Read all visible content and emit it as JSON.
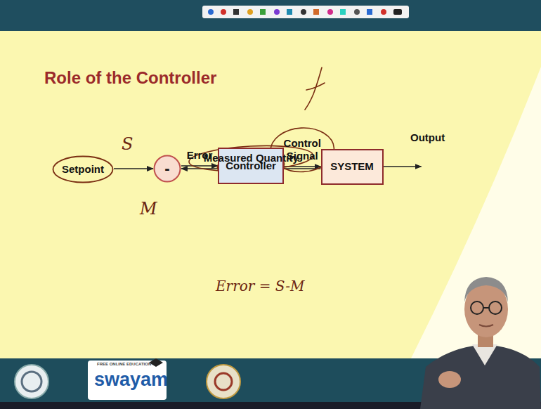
{
  "diagram": {
    "title": "Role of the Controller",
    "nodes": [
      {
        "text": [
          "Setpoint"
        ]
      },
      {
        "text": [
          "-"
        ]
      },
      {
        "text": [
          "Controller"
        ]
      },
      {
        "text": [
          "SYSTEM"
        ]
      }
    ],
    "edges": [
      {
        "from": 0,
        "to": 1,
        "arrow": "to"
      },
      {
        "from": 1,
        "to": 2,
        "label": "Error",
        "arrow": "to"
      },
      {
        "from": 2,
        "to": 3,
        "label": "Control Signal",
        "arrow": "to"
      },
      {
        "from": 3,
        "to": 1,
        "label": "Measured Quantity",
        "arrow": "to"
      }
    ],
    "labels": [
      "Output",
      "S",
      "M",
      "Error = S-M",
      "FREE ONLINE EDUCATION",
      "swayam"
    ]
  }
}
